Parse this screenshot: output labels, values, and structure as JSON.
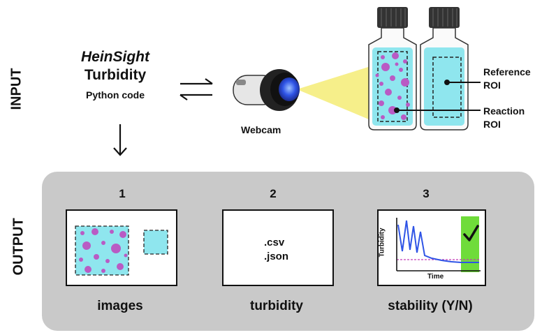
{
  "input": {
    "side_label": "INPUT",
    "title_italic": "HeinSight",
    "title_bold": "Turbidity",
    "subtitle": "Python code",
    "webcam_label": "Webcam",
    "reference_label_1": "Reference",
    "reference_label_2": "ROI",
    "reaction_label_1": "Reaction",
    "reaction_label_2": "ROI"
  },
  "output": {
    "side_label": "OUTPUT",
    "panels": [
      {
        "number": "1",
        "caption": "images"
      },
      {
        "number": "2",
        "caption": "turbidity",
        "files": [
          ".csv",
          ".json"
        ]
      },
      {
        "number": "3",
        "caption": "stability (Y/N)",
        "ylabel": "Turbidity",
        "xlabel": "Time"
      }
    ]
  },
  "colors": {
    "cyan": "#8fe6ee",
    "magenta": "#b95bc4",
    "yellow": "#f6ef8a",
    "green": "#6fdc3a",
    "blue": "#2f54e6",
    "panel_gray": "#c9c9c9"
  }
}
